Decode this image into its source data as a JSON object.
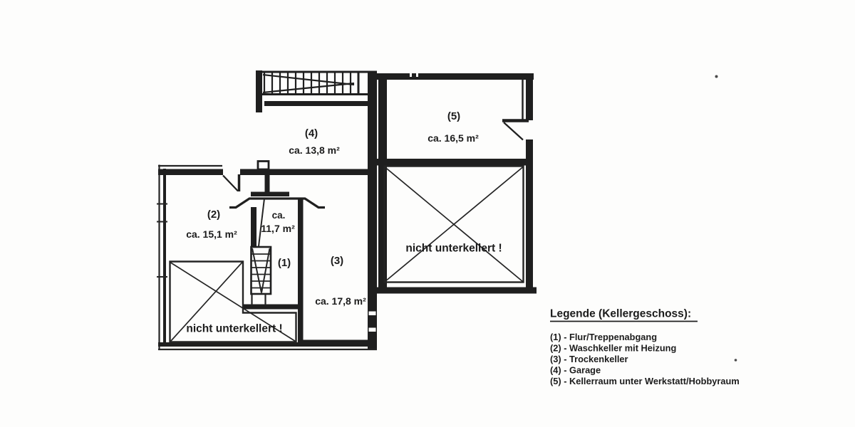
{
  "rooms": {
    "r1": {
      "number": "(1)",
      "area_prefix": "ca.",
      "area": "11,7 m²"
    },
    "r2": {
      "number": "(2)",
      "area": "ca. 15,1 m²"
    },
    "r3": {
      "number": "(3)",
      "area": "ca. 17,8 m²"
    },
    "r4": {
      "number": "(4)",
      "area": "ca. 13,8 m²"
    },
    "r5": {
      "number": "(5)",
      "area": "ca. 16,5 m²"
    }
  },
  "annotations": {
    "not_cellared": "nicht unterkellert !"
  },
  "legend": {
    "title": "Legende (Kellergeschoss):",
    "items": [
      "(1) - Flur/Treppenabgang",
      "(2) - Waschkeller mit Heizung",
      "(3) - Trockenkeller",
      "(4) - Garage",
      "(5) - Kellerraum unter Werkstatt/Hobbyraum"
    ]
  }
}
